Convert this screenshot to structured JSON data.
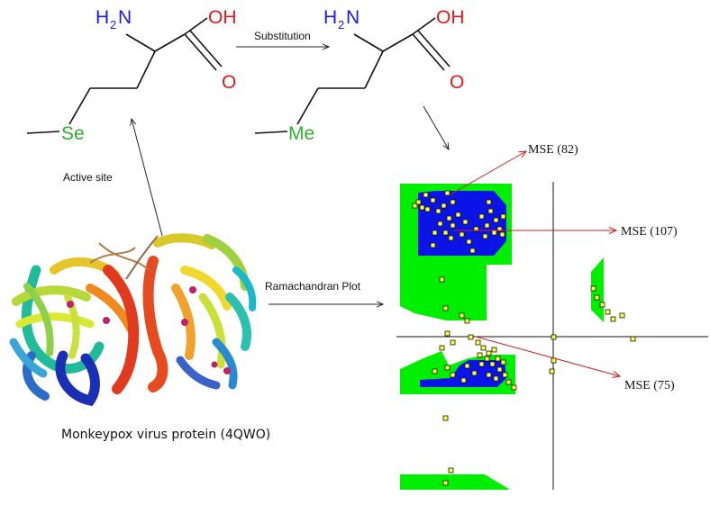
{
  "molecules": {
    "left": {
      "amine_label": "H",
      "amine_sub": "2",
      "amine_n": "N",
      "acid_label": "OH",
      "carbonyl_label": "O",
      "hetero_label": "Se"
    },
    "right": {
      "amine_label": "H",
      "amine_sub": "2",
      "amine_n": "N",
      "acid_label": "OH",
      "carbonyl_label": "O",
      "terminal_label": "Me"
    }
  },
  "arrows": {
    "substitution_label": "Substitution",
    "active_site_label": "Active site",
    "ramachandran_label": "Ramachandran Plot"
  },
  "protein": {
    "caption": "Monkeypox virus protein (4QWO)"
  },
  "plot": {
    "annotations": [
      "MSE (82)",
      "MSE (107)",
      "MSE (75)"
    ]
  },
  "colors": {
    "nitrogen": "#1a1adf",
    "oxygen": "#e01a1a",
    "selenium": "#2fae2f",
    "allowed_region": "#00ee00",
    "favored_region": "#0a14e6",
    "residue_point": "#ffff44",
    "annotation_line": "#cc2222"
  }
}
